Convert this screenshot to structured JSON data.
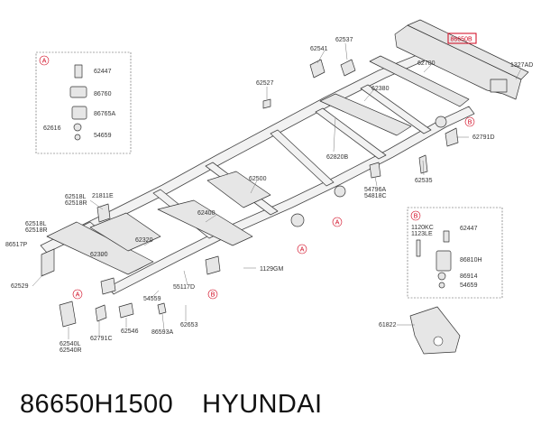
{
  "caption": {
    "part_number": "86650H1500",
    "brand": "HYUNDAI"
  },
  "diagram": {
    "highlighted_part": "86650B",
    "section_markers": [
      "A",
      "B"
    ],
    "inset_A": [
      "62447",
      "86760",
      "86765A",
      "62616",
      "54659"
    ],
    "inset_B": [
      "1120KC",
      "1123LE",
      "62447",
      "86810H",
      "86914",
      "54659"
    ],
    "labels": [
      "62541",
      "62537",
      "62700",
      "1327AD",
      "62527",
      "62380",
      "62791D",
      "62820B",
      "62500",
      "54796A",
      "54818C",
      "62535",
      "62518L",
      "62518R",
      "21811E",
      "62518L",
      "62518R",
      "86517P",
      "62400",
      "62320",
      "62300",
      "1129GM",
      "62529",
      "54559",
      "55117D",
      "62540L",
      "62540R",
      "62791C",
      "62546",
      "86593A",
      "62653",
      "61822"
    ]
  }
}
